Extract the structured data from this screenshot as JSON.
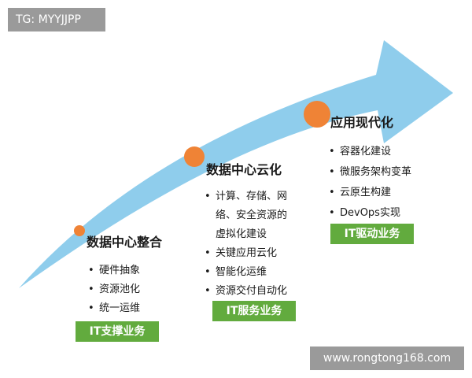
{
  "watermark_tag": "TG: MYYJJPP",
  "watermark_site": "www.rongtong168.com",
  "colors": {
    "arrow": "#8fcdec",
    "dot": "#ef8336",
    "badge": "#62ab3e"
  },
  "stages": [
    {
      "title": "数据中心整合",
      "items": [
        "硬件抽象",
        "资源池化",
        "统一运维"
      ],
      "badge": "IT支撑业务"
    },
    {
      "title": "数据中心云化",
      "items": [
        "计算、存储、网",
        "络、安全资源的",
        "虚拟化建设",
        "关键应用云化",
        "智能化运维",
        "资源交付自动化"
      ],
      "badge": "IT服务业务"
    },
    {
      "title": "应用现代化",
      "items": [
        "容器化建设",
        "微服务架构变革",
        "云原生构建",
        "DevOps实现"
      ],
      "badge": "IT驱动业务"
    }
  ]
}
